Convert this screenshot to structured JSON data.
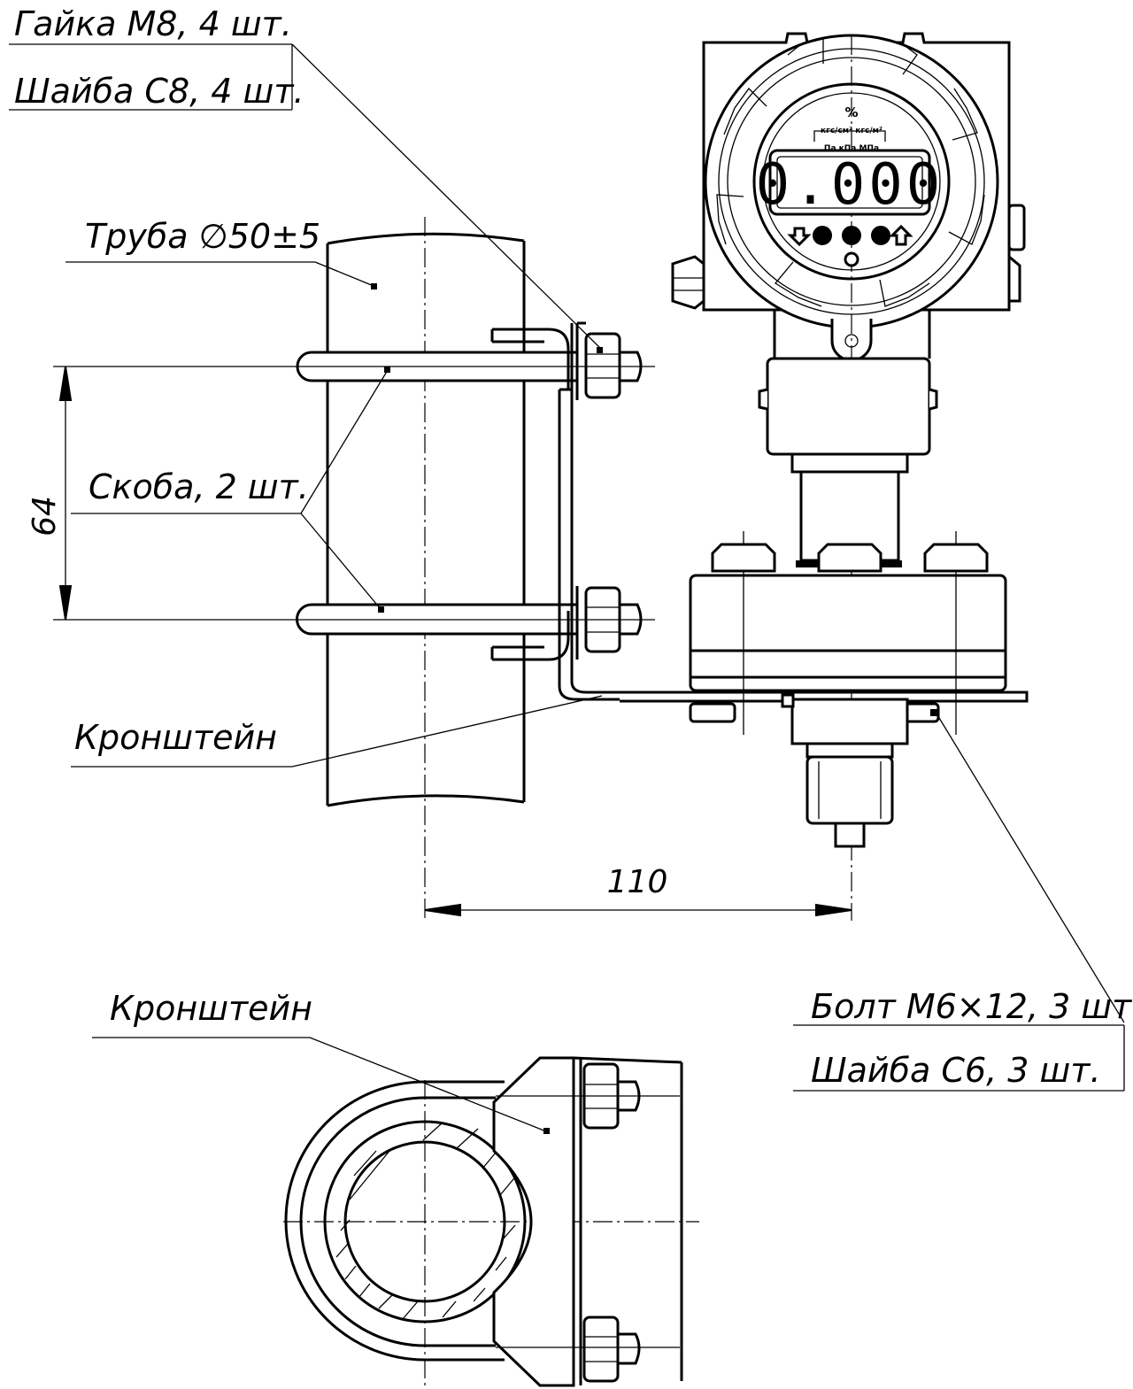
{
  "labels": {
    "nut": "Гайка М8, 4 шт.",
    "washer8": "Шайба С8, 4 шт.",
    "pipe": "Труба ∅50±5",
    "clamp": "Скоба, 2 шт.",
    "bracket_top": "Кронштейн",
    "bolt": "Болт М6×12, 3 шт.",
    "washer6": "Шайба С6, 3 шт.",
    "bracket_bottom": "Кронштейн"
  },
  "dimensions": {
    "vertical": "64",
    "horizontal": "110"
  },
  "display": {
    "reading": "0.000",
    "unit_percent": "%",
    "units_upper": "кгс/см²  кгс/м²",
    "units_lower": "Па  кПа  МПа"
  }
}
